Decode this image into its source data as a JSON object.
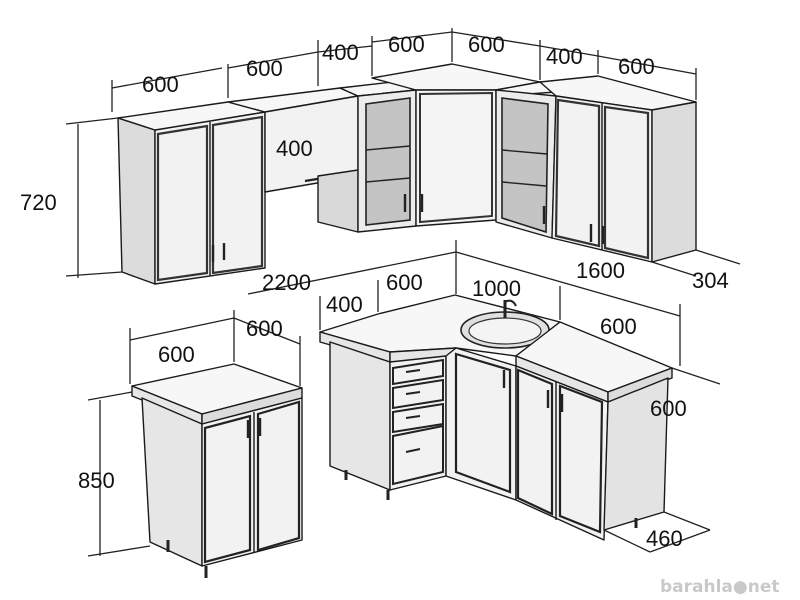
{
  "colors": {
    "cabinet_side": "#e6e6e6",
    "cabinet_front": "#f2f2f2",
    "cabinet_top": "#f7f7f7",
    "door_edge": "#2a2a2a",
    "interior": "#bfbfbf",
    "sink": "#d9d9d9",
    "dimension_line": "#222222"
  },
  "wall_cabinets": {
    "height": "720",
    "widths": [
      "600",
      "600",
      "400",
      "600",
      "600",
      "400",
      "600"
    ],
    "hood_cabinet_height": "400",
    "depth": "304"
  },
  "base_cabinets": {
    "run_left": "2200",
    "segments_left": [
      "400",
      "600",
      "1000"
    ],
    "run_right": "1600",
    "segment_right": "600",
    "depth_right": "600",
    "depth_corner": "460"
  },
  "standalone_cabinet": {
    "width": "600",
    "depth": "600",
    "height": "850"
  },
  "watermark": {
    "text": "barahla●net"
  }
}
